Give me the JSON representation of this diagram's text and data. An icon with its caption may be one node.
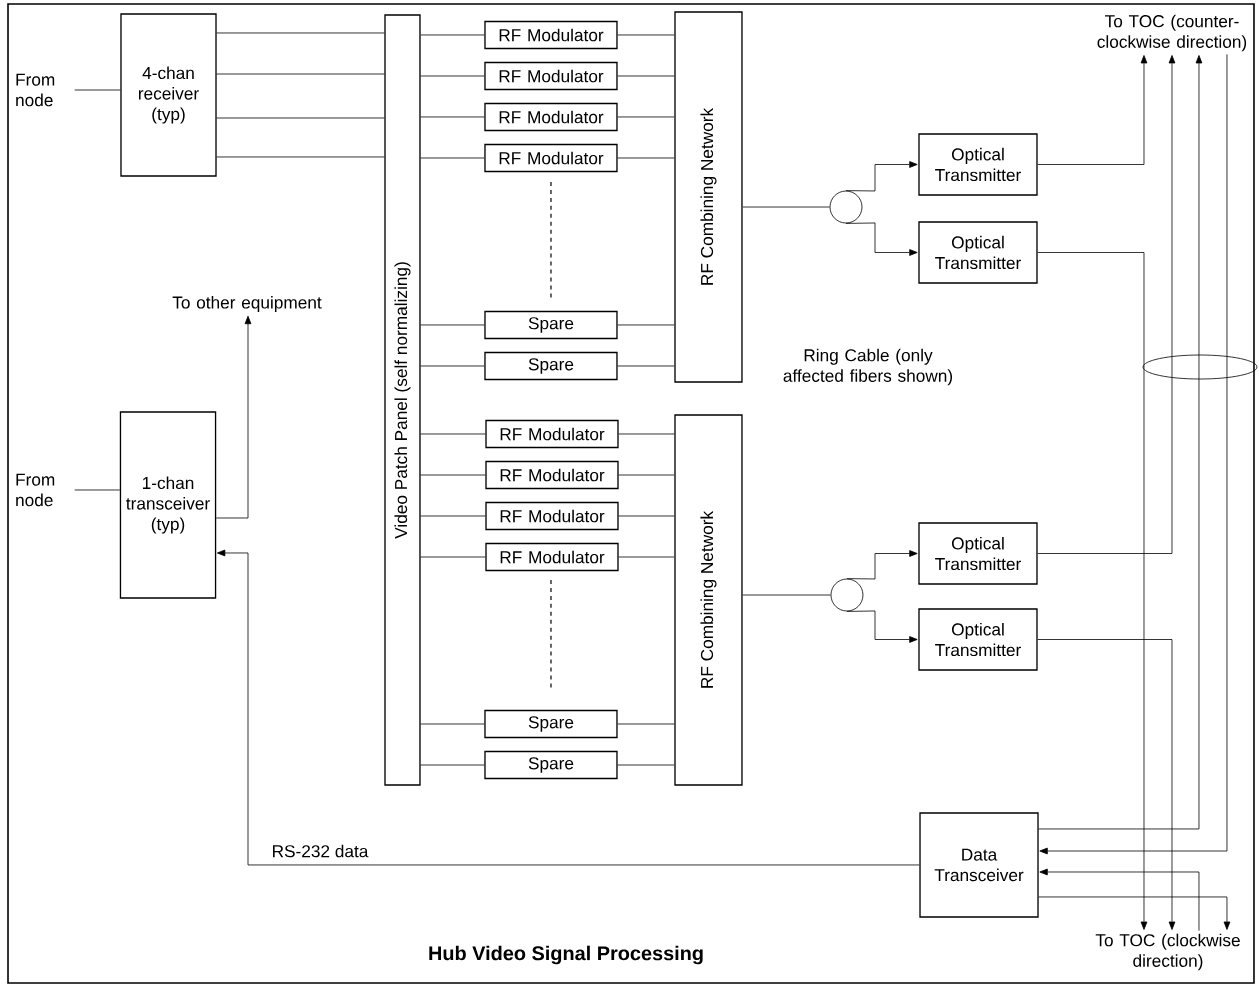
{
  "diagram": {
    "title": "Hub Video Signal Processing",
    "nodes": [
      {
        "text": [
          "From node"
        ]
      },
      {
        "text": [
          "4-chan receiver (typ)"
        ]
      },
      {
        "text": [
          "Video Patch Panel (self normalizing)"
        ]
      },
      {
        "text": [
          "RF Modulator"
        ]
      },
      {
        "text": [
          "RF Modulator"
        ]
      },
      {
        "text": [
          "RF Modulator"
        ]
      },
      {
        "text": [
          "RF Modulator"
        ]
      },
      {
        "text": [
          "Spare"
        ]
      },
      {
        "text": [
          "Spare"
        ]
      },
      {
        "text": [
          "RF Combining Network"
        ]
      },
      {
        "text": [],
        "shape": "circle"
      },
      {
        "text": [
          "Optical Transmitter"
        ]
      },
      {
        "text": [
          "Optical Transmitter"
        ]
      },
      {
        "text": [
          "RF Modulator"
        ]
      },
      {
        "text": [
          "RF Modulator"
        ]
      },
      {
        "text": [
          "RF Modulator"
        ]
      },
      {
        "text": [
          "RF Modulator"
        ]
      },
      {
        "text": [
          "Spare"
        ]
      },
      {
        "text": [
          "Spare"
        ]
      },
      {
        "text": [
          "RF Combining Network"
        ]
      },
      {
        "text": [],
        "shape": "circle"
      },
      {
        "text": [
          "Optical Transmitter"
        ]
      },
      {
        "text": [
          "Optical Transmitter"
        ]
      },
      {
        "text": [
          "From node"
        ]
      },
      {
        "text": [
          "1-chan transceiver (typ)"
        ]
      },
      {
        "text": [
          "To other equipment"
        ]
      },
      {
        "text": [
          "Data Transceiver"
        ]
      },
      {
        "text": [
          "To TOC (counter-clockwise direction)"
        ]
      },
      {
        "text": [
          "To TOC (clockwise direction)"
        ]
      }
    ],
    "edges": [
      {
        "from": 0,
        "to": 1,
        "arrow": "none"
      },
      {
        "from": 1,
        "to": 2,
        "arrow": "none"
      },
      {
        "from": 1,
        "to": 2,
        "arrow": "none"
      },
      {
        "from": 1,
        "to": 2,
        "arrow": "none"
      },
      {
        "from": 1,
        "to": 2,
        "arrow": "none"
      },
      {
        "from": 2,
        "to": 3,
        "arrow": "none"
      },
      {
        "from": 2,
        "to": 4,
        "arrow": "none"
      },
      {
        "from": 2,
        "to": 5,
        "arrow": "none"
      },
      {
        "from": 2,
        "to": 6,
        "arrow": "none"
      },
      {
        "from": 3,
        "to": 9,
        "arrow": "none"
      },
      {
        "from": 4,
        "to": 9,
        "arrow": "none"
      },
      {
        "from": 5,
        "to": 9,
        "arrow": "none"
      },
      {
        "from": 6,
        "to": 9,
        "arrow": "none"
      },
      {
        "from": 2,
        "to": 7,
        "arrow": "none"
      },
      {
        "from": 2,
        "to": 8,
        "arrow": "none"
      },
      {
        "from": 7,
        "to": 9,
        "arrow": "none"
      },
      {
        "from": 8,
        "to": 9,
        "arrow": "none"
      },
      {
        "from": 9,
        "to": 10,
        "arrow": "none"
      },
      {
        "from": 10,
        "to": 11,
        "arrow": "to"
      },
      {
        "from": 10,
        "to": 12,
        "arrow": "to"
      },
      {
        "from": 2,
        "to": 13,
        "arrow": "none"
      },
      {
        "from": 2,
        "to": 14,
        "arrow": "none"
      },
      {
        "from": 2,
        "to": 15,
        "arrow": "none"
      },
      {
        "from": 2,
        "to": 16,
        "arrow": "none"
      },
      {
        "from": 13,
        "to": 19,
        "arrow": "none"
      },
      {
        "from": 14,
        "to": 19,
        "arrow": "none"
      },
      {
        "from": 15,
        "to": 19,
        "arrow": "none"
      },
      {
        "from": 16,
        "to": 19,
        "arrow": "none"
      },
      {
        "from": 2,
        "to": 17,
        "arrow": "none"
      },
      {
        "from": 2,
        "to": 18,
        "arrow": "none"
      },
      {
        "from": 17,
        "to": 19,
        "arrow": "none"
      },
      {
        "from": 18,
        "to": 19,
        "arrow": "none"
      },
      {
        "from": 19,
        "to": 20,
        "arrow": "none"
      },
      {
        "from": 20,
        "to": 21,
        "arrow": "to"
      },
      {
        "from": 20,
        "to": 22,
        "arrow": "to"
      },
      {
        "from": 11,
        "to": 27,
        "arrow": "to"
      },
      {
        "from": 12,
        "to": 28,
        "arrow": "to"
      },
      {
        "from": 21,
        "to": 27,
        "arrow": "to"
      },
      {
        "from": 22,
        "to": 28,
        "arrow": "to"
      },
      {
        "from": 26,
        "to": 27,
        "arrow": "to"
      },
      {
        "from": 27,
        "to": 26,
        "arrow": "to"
      },
      {
        "from": 28,
        "to": 26,
        "arrow": "to"
      },
      {
        "from": 26,
        "to": 28,
        "arrow": "to"
      },
      {
        "from": 26,
        "to": 24,
        "arrow": "to",
        "label": "RS-232 data"
      },
      {
        "from": 23,
        "to": 24,
        "arrow": "none"
      },
      {
        "from": 24,
        "to": 25,
        "arrow": "to"
      }
    ],
    "labels": [
      "Ring Cable (only affected fibers shown)"
    ]
  }
}
